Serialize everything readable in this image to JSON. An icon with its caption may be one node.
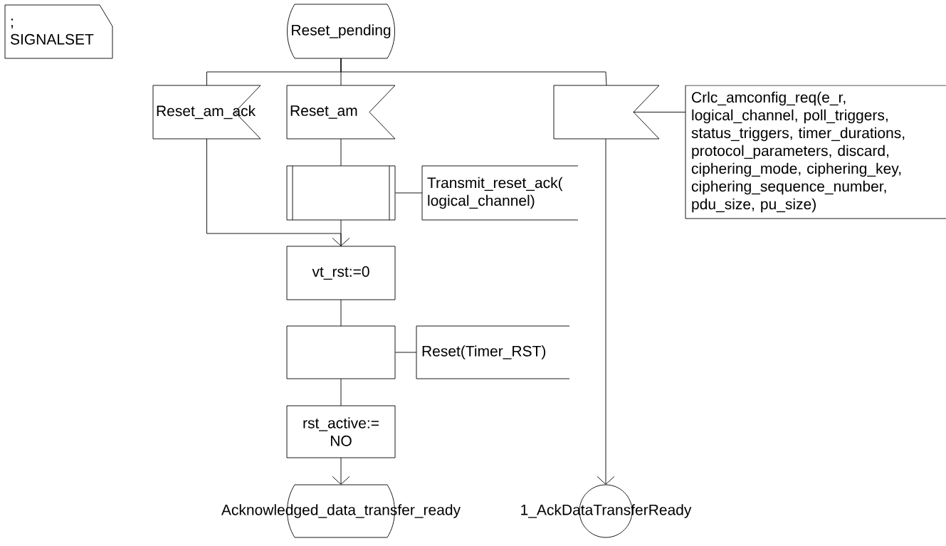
{
  "diagram": {
    "nodes": [
      {
        "text": [
          ";",
          "SIGNALSET"
        ]
      },
      {
        "text": [
          "Reset_pending"
        ]
      },
      {
        "text": [
          "Reset_am_ack"
        ]
      },
      {
        "text": [
          "Reset_am"
        ]
      },
      {
        "text": [],
        "shape": "flag"
      },
      {
        "text": [
          "Crlc_amconfig_req(e_r, logical_channel, poll_triggers, status_triggers, timer_durations, protocol_parameters, discard, ciphering_mode, ciphering_key, ciphering_sequence_number, pdu_size, pu_size)"
        ]
      },
      {
        "text": [],
        "shape": "box"
      },
      {
        "text": [
          "Transmit_reset_ack( logical_channel)"
        ]
      },
      {
        "text": [
          "vt_rst:=0"
        ]
      },
      {
        "text": [],
        "shape": "box"
      },
      {
        "text": [
          "Reset(Timer_RST)"
        ]
      },
      {
        "text": [
          "rst_active:= NO"
        ]
      },
      {
        "text": [
          "Acknowledged_data_transfer_ready"
        ]
      },
      {
        "text": [
          "1_AckDataTransferReady"
        ]
      }
    ],
    "edges": [
      {
        "from": 1,
        "to": 2,
        "arrow": "none"
      },
      {
        "from": 1,
        "to": 3,
        "arrow": "none"
      },
      {
        "from": 1,
        "to": 4,
        "arrow": "none"
      },
      {
        "from": 2,
        "to": 8,
        "arrow": "to"
      },
      {
        "from": 3,
        "to": 6,
        "arrow": "none"
      },
      {
        "from": 6,
        "to": 8,
        "arrow": "none"
      },
      {
        "from": 8,
        "to": 9,
        "arrow": "none"
      },
      {
        "from": 9,
        "to": 11,
        "arrow": "none"
      },
      {
        "from": 11,
        "to": 12,
        "arrow": "to"
      },
      {
        "from": 4,
        "to": 13,
        "arrow": "to"
      },
      {
        "from": 6,
        "to": 7,
        "arrow": "none"
      },
      {
        "from": 9,
        "to": 10,
        "arrow": "none"
      },
      {
        "from": 4,
        "to": 5,
        "arrow": "none"
      }
    ]
  }
}
